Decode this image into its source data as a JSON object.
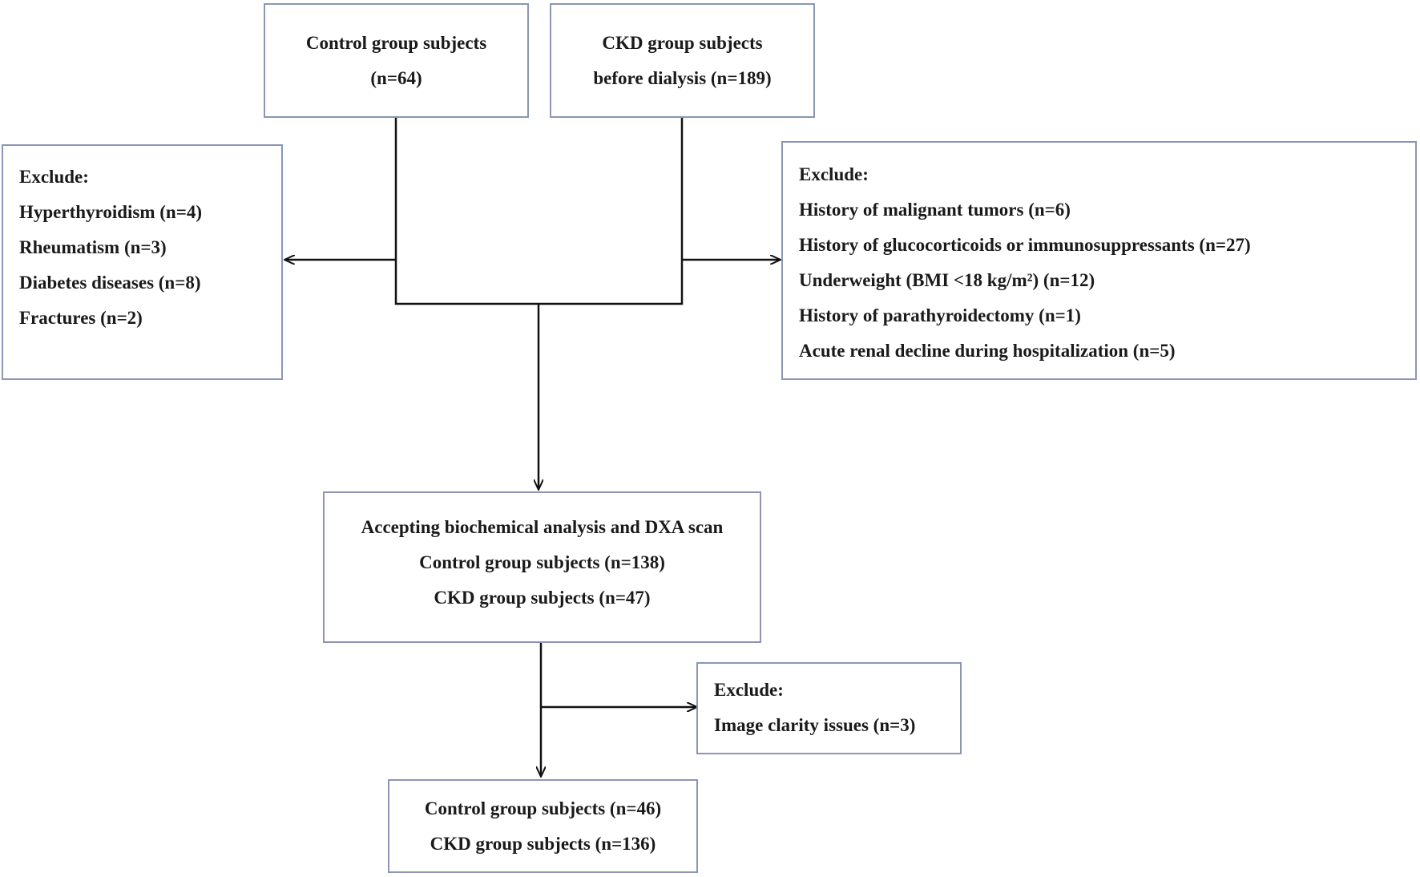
{
  "colors": {
    "box_border": "#8a96b4",
    "line": "#111111",
    "text": "#1a1a1a"
  },
  "control_start": {
    "line1": "Control group subjects",
    "line2": "(n=64)"
  },
  "ckd_start": {
    "line1": "CKD group subjects",
    "line2": "before dialysis (n=189)"
  },
  "exclude_control": {
    "header": "Exclude:",
    "items": [
      "Hyperthyroidism (n=4)",
      "Rheumatism (n=3)",
      "Diabetes diseases (n=8)",
      "Fractures (n=2)"
    ]
  },
  "exclude_ckd": {
    "header": "Exclude:",
    "items": [
      "History of malignant tumors (n=6)",
      "History of glucocorticoids or immunosuppressants (n=27)",
      "Underweight (BMI <18 kg/m²) (n=12)",
      "History of parathyroidectomy (n=1)",
      "Acute renal decline during hospitalization (n=5)"
    ]
  },
  "analysis": {
    "line1": "Accepting biochemical analysis and DXA scan",
    "line2": "Control group subjects (n=138)",
    "line3": "CKD group subjects (n=47)"
  },
  "exclude_image": {
    "header": "Exclude:",
    "item": "Image clarity issues (n=3)"
  },
  "final": {
    "line1": "Control group subjects (n=46)",
    "line2": "CKD group subjects (n=136)"
  }
}
